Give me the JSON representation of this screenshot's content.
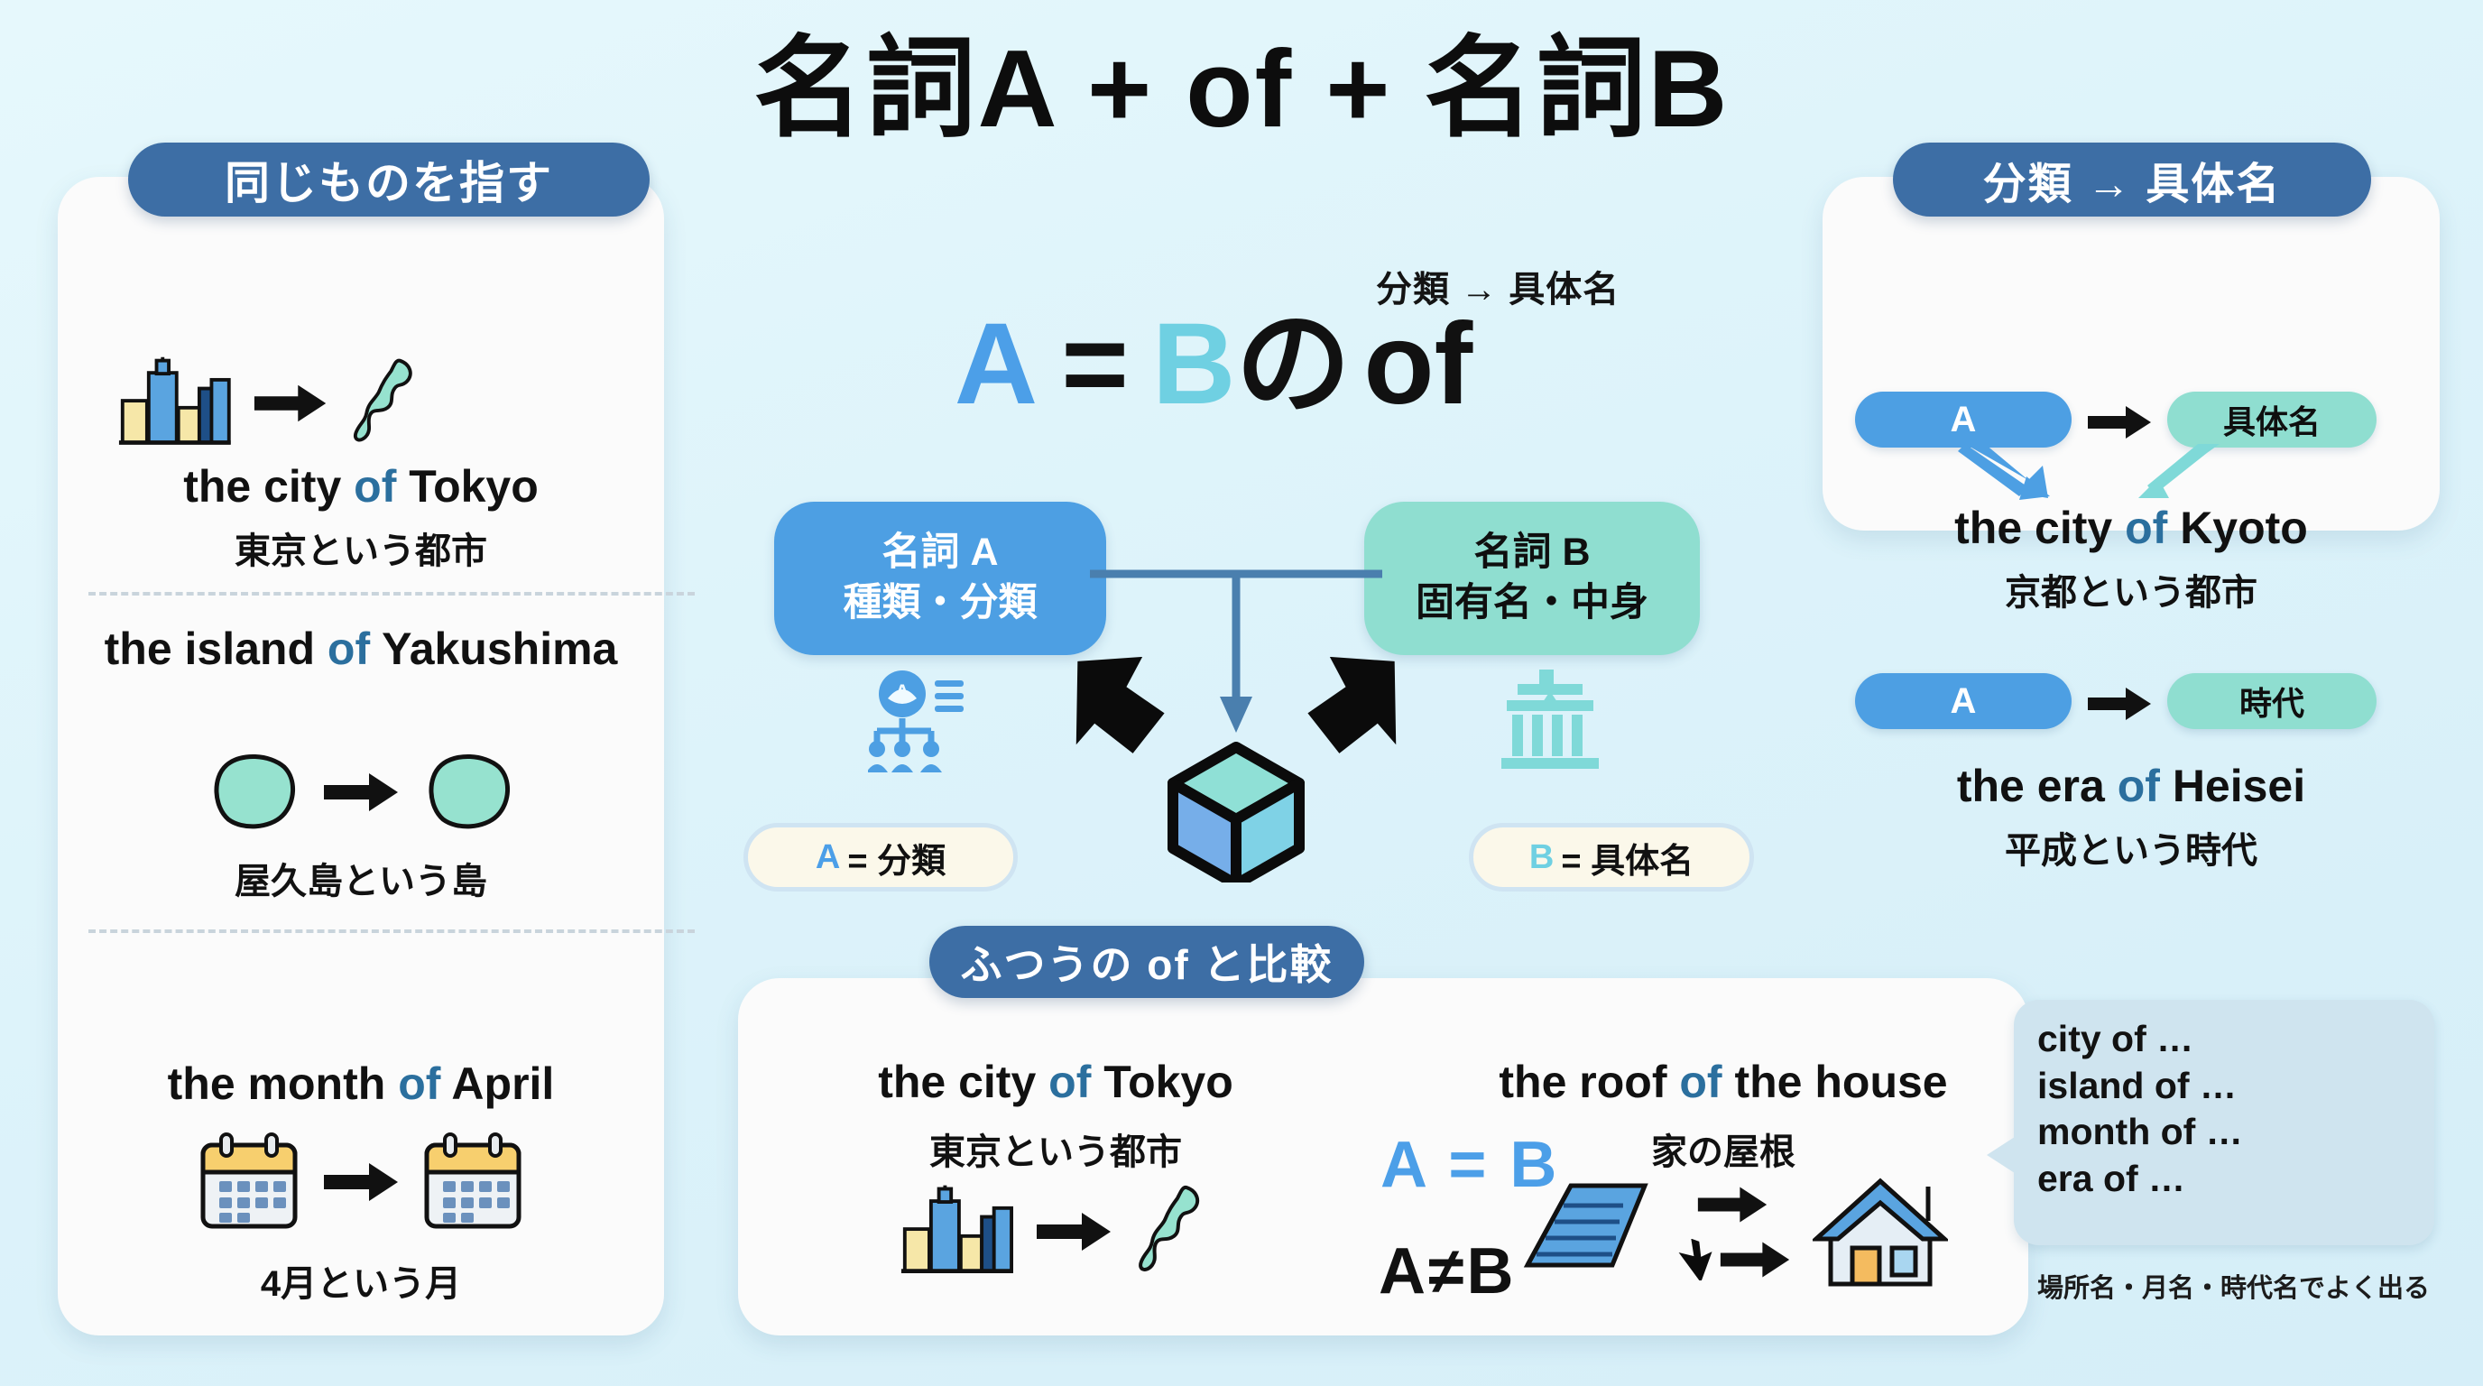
{
  "title": "名詞A + of + 名詞B",
  "left_panel": {
    "header": "同じものを指す",
    "examples": [
      {
        "english_before": "the city ",
        "english_of": "of",
        "english_after": " Tokyo",
        "japanese": "東京という都市",
        "icon_from": "city-buildings-icon",
        "icon_to": "japan-map-icon"
      },
      {
        "english_before": "the island ",
        "english_of": "of",
        "english_after": " Yakushima",
        "japanese": "屋久島という島",
        "icon_from": "island-shape-icon",
        "icon_to": "island-shape-icon"
      },
      {
        "english_before": "the month ",
        "english_of": "of",
        "english_after": " April",
        "japanese": "4月という月",
        "icon_from": "calendar-icon",
        "icon_to": "calendar-icon"
      }
    ]
  },
  "center": {
    "sublabel": "分類 → 具体名",
    "formula": {
      "a": "A",
      "equals": "=",
      "b": "B",
      "no": "の",
      "of": "of"
    },
    "node_a": {
      "line1": "名詞 A",
      "line2": "種類・分類"
    },
    "node_b": {
      "line1": "名詞 B",
      "line2": "固有名・中身"
    },
    "tag_a": {
      "key": "A",
      "text": "= 分類"
    },
    "tag_b": {
      "key": "B",
      "text": "= 具体名"
    },
    "icon_left": "org-chart-hierarchy-icon",
    "icon_right": "landmark-building-icon",
    "icon_center": "cube-icon"
  },
  "right_panel": {
    "header": "分類 → 具体名",
    "rows": [
      {
        "pill_a": "A",
        "pill_b": "具体名",
        "english_before": "the city ",
        "english_of": "of",
        "english_after": " Kyoto",
        "japanese": "京都という都市"
      },
      {
        "pill_a": "A",
        "pill_b": "時代",
        "english_before": "the era ",
        "english_of": "of",
        "english_after": " Heisei",
        "japanese": "平成という時代"
      }
    ]
  },
  "bottom_panel": {
    "header": "ふつうの of と比較",
    "left_example": {
      "english_before": "the city ",
      "english_of": "of",
      "english_after": " Tokyo",
      "japanese": "東京という都市",
      "icon_from": "city-buildings-icon",
      "icon_to": "japan-map-icon"
    },
    "right_example": {
      "english_before": "the roof ",
      "english_of": "of",
      "english_after": " the house",
      "japanese": "家の屋根",
      "icon_from": "roof-icon",
      "icon_to": "house-icon"
    },
    "relation_equal": "A = B",
    "relation_not_equal": "A≠B"
  },
  "bubble": {
    "lines": [
      "city of …",
      "island of …",
      "month of …",
      "era of …"
    ],
    "caption": "場所名・月名・時代名でよく出る"
  },
  "colors": {
    "background": "#e4f7fb",
    "header_pill": "#3d6ea5",
    "blue_a": "#4c9fe8",
    "teal_b": "#6fd0e2",
    "node_a_bg": "#4d9fe3",
    "node_b_bg": "#8fded0",
    "of_accent": "#2b6f9e",
    "bubble_bg": "#cfe4ef",
    "tag_bg": "#fbf8ea"
  }
}
